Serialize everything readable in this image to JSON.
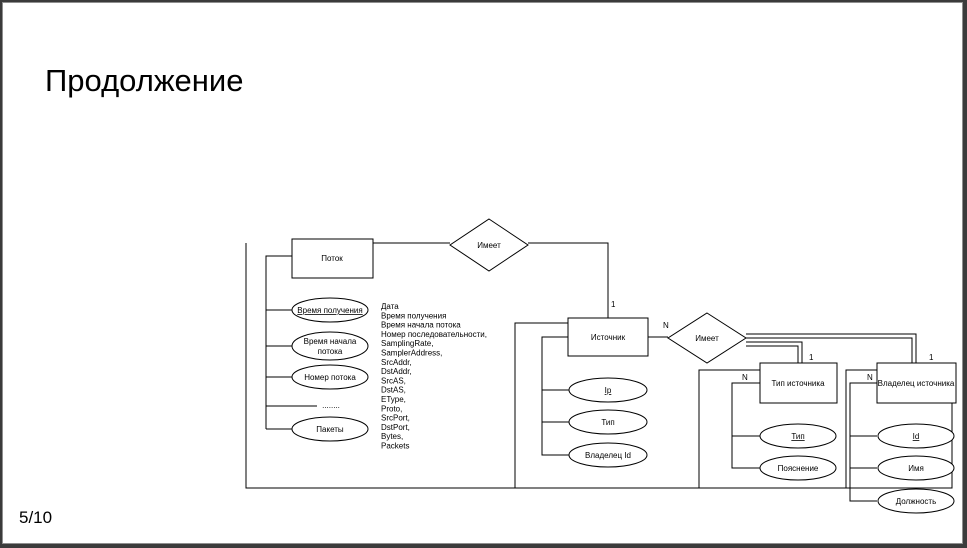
{
  "slide": {
    "title": "Продолжение",
    "page": "5/10"
  },
  "diagram": {
    "entities": {
      "flow": "Поток",
      "source": "Источник",
      "source_type": "Тип источника",
      "source_owner": "Владелец источника"
    },
    "relations": {
      "has_top": "Имеет",
      "has_right": "Имеет"
    },
    "flow_attributes": {
      "receive_time": "Время получения",
      "start_time_line1": "Время начала",
      "start_time_line2": "потока",
      "flow_number": "Номер потока",
      "ellipsis": "........",
      "packets": "Пакеты"
    },
    "field_list": [
      "Дата",
      "Время получения",
      "Время начала потока",
      "Номер последовательности,",
      "SamplingRate,",
      "SamplerAddress,",
      "SrcAddr,",
      "DstAddr,",
      "SrcAS,",
      "DstAS,",
      "EType,",
      "Proto,",
      "SrcPort,",
      "DstPort,",
      "Bytes,",
      "Packets"
    ],
    "source_attributes": {
      "ip": "Ip",
      "type": "Тип",
      "owner_id": "Владелец Id"
    },
    "type_attributes": {
      "type": "Тип",
      "description": "Пояснение"
    },
    "owner_attributes": {
      "id": "Id",
      "name": "Имя",
      "position": "Должность"
    },
    "cardinality": {
      "flow_source": "1",
      "source_rel": "N",
      "type_one": "1",
      "owner_one": "1",
      "type_n": "N",
      "owner_n": "N"
    }
  }
}
